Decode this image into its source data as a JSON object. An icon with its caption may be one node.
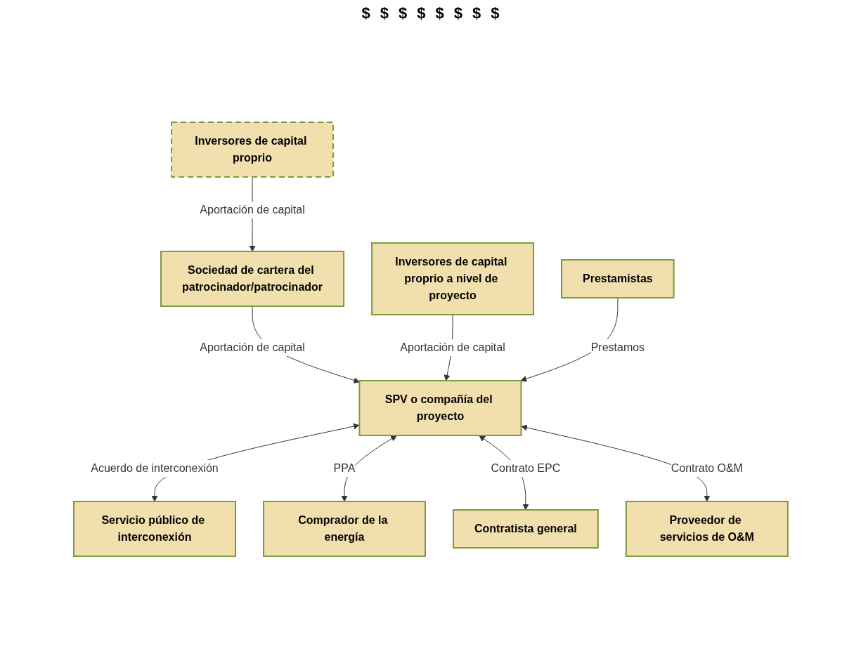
{
  "diagram": {
    "nodes": [
      {
        "text": [
          "Inversores de capital proprio"
        ]
      },
      {
        "text": [
          "Sociedad de cartera del patrocinador/patrocinador"
        ]
      },
      {
        "text": [
          "Inversores de capital proprio a nivel de proyecto"
        ]
      },
      {
        "text": [
          "Prestamistas"
        ]
      },
      {
        "text": [
          "SPV o compañía del proyecto"
        ]
      },
      {
        "text": [
          "Servicio público de interconexión"
        ]
      },
      {
        "text": [
          "Comprador de la energía"
        ]
      },
      {
        "text": [
          "Contratista general"
        ]
      },
      {
        "text": [
          "Proveedor de servicios de O&M"
        ]
      }
    ],
    "edges": [
      {
        "from": 0,
        "to": 1,
        "arrow": "to",
        "label": "Aportación de capital"
      },
      {
        "from": 1,
        "to": 4,
        "arrow": "to",
        "label": "Aportación de capital"
      },
      {
        "from": 2,
        "to": 4,
        "arrow": "to",
        "label": "Aportación de capital"
      },
      {
        "from": 3,
        "to": 4,
        "arrow": "to",
        "label": "Prestamos"
      },
      {
        "from": 4,
        "to": 5,
        "arrow": "both",
        "label": "Acuerdo de interconexión"
      },
      {
        "from": 4,
        "to": 6,
        "arrow": "both",
        "label": "PPA"
      },
      {
        "from": 4,
        "to": 7,
        "arrow": "both",
        "label": "Contrato EPC"
      },
      {
        "from": 4,
        "to": 8,
        "arrow": "both",
        "label": "Contrato O&M"
      }
    ],
    "labels": [
      "$",
      "$",
      "$",
      "$",
      "$",
      "$",
      "$",
      "$"
    ]
  }
}
